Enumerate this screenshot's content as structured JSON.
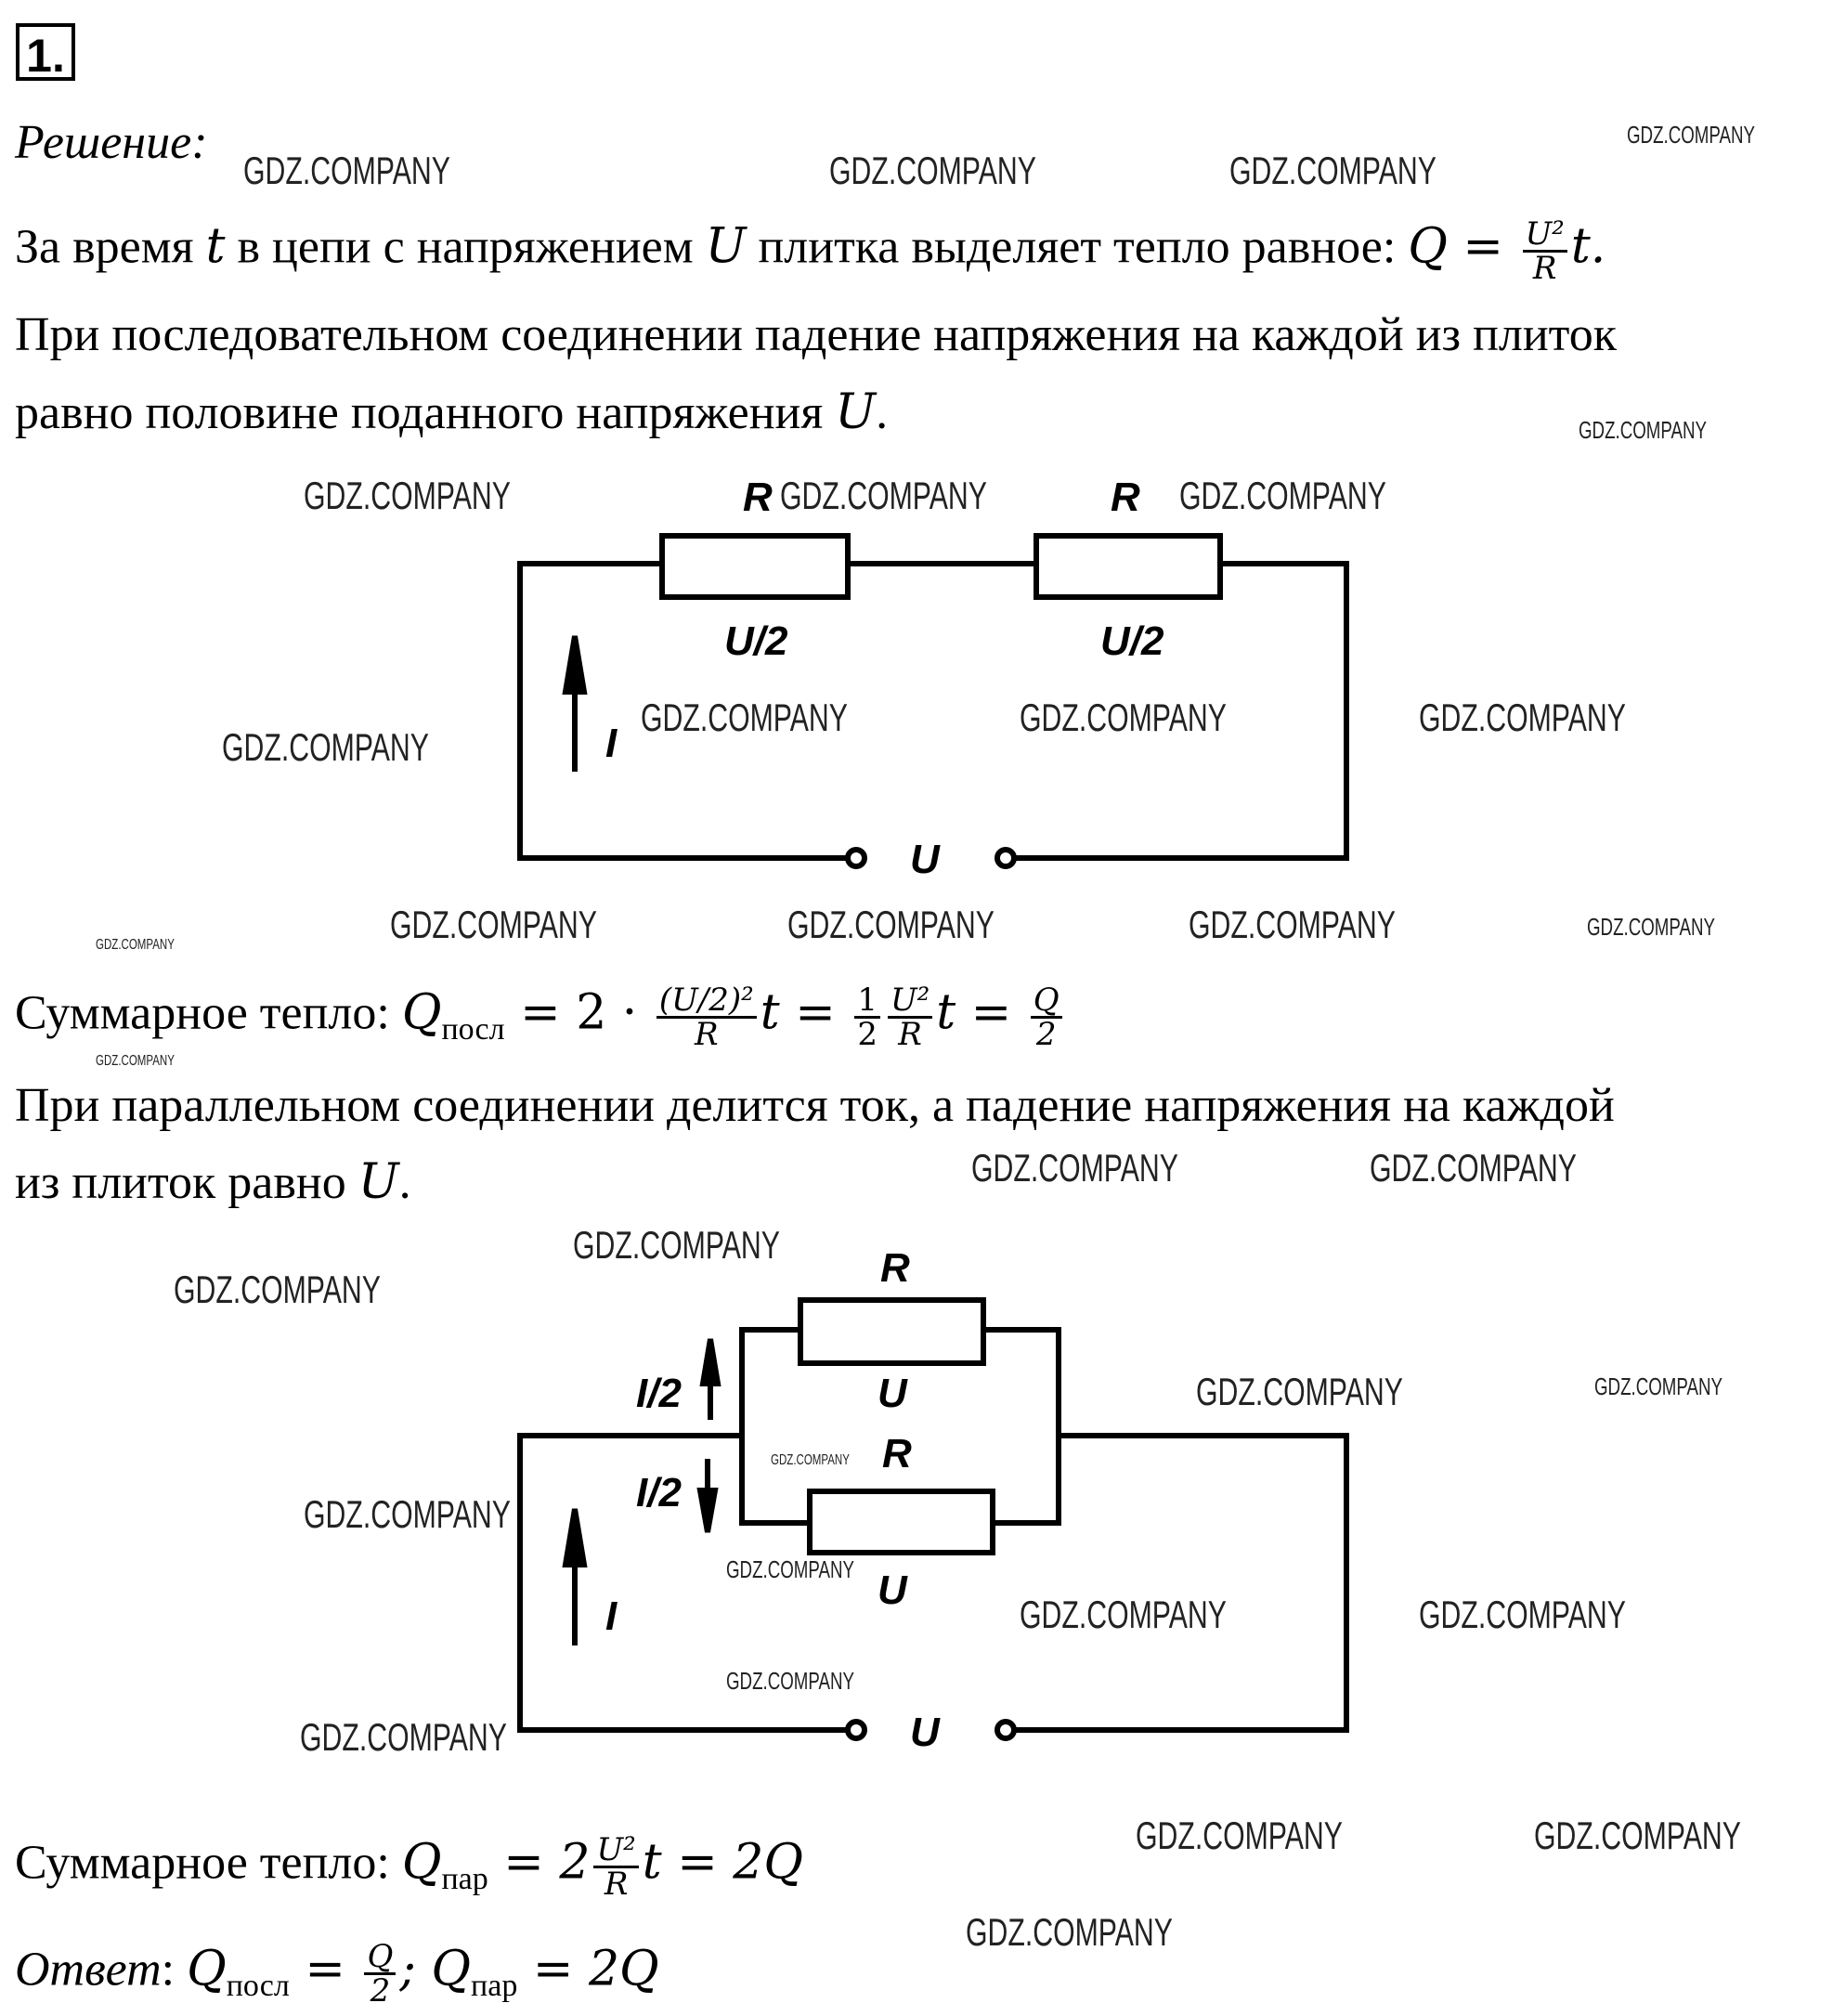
{
  "problem_number": "1.",
  "solution_label": "Решение",
  "p1": {
    "a": "За время ",
    "t": "t",
    "b": " в цепи с напряжением ",
    "U": "U",
    "c": " плитка выделяет тепло равное: ",
    "formula_lhs": "Q = ",
    "num": "U²",
    "den": "R",
    "tail": "t."
  },
  "p2": "При последовательном соединении падение напряжения на каждой из плиток",
  "p3": {
    "a": "равно половине поданного напряжения ",
    "U": "U",
    "dot": "."
  },
  "circuit1": {
    "r1": "R",
    "r2": "R",
    "v1": "U/2",
    "v2": "U/2",
    "current": "I",
    "source": "U"
  },
  "sum1": {
    "label": "Суммарное тепло: ",
    "q": "Q",
    "sub": "посл",
    "eq1": " = 2 · ",
    "num": "(U/2)²",
    "den": "R",
    "t1": "t = ",
    "half_num": "1",
    "half_den": "2",
    "u2": "U²",
    "r": "R",
    "t2": "t = ",
    "qn": "Q",
    "qd": "2"
  },
  "p4": "При параллельном соединении делится ток, а падение напряжения на каждой",
  "p5": {
    "a": "из плиток равно ",
    "U": "U",
    "dot": "."
  },
  "circuit2": {
    "r1": "R",
    "r2": "R",
    "v1": "U",
    "v2": "U",
    "i_half1": "I/2",
    "i_half2": "I/2",
    "current": "I",
    "source": "U"
  },
  "sum2": {
    "label": "Суммарное тепло: ",
    "q": "Q",
    "sub": "пар",
    "eq": " = 2",
    "num": "U²",
    "den": "R",
    "tail": "t = 2Q"
  },
  "answer": {
    "label": "Ответ",
    "colon": ": ",
    "q1": "Q",
    "sub1": "посл",
    "eq1": " = ",
    "qn": "Q",
    "qd": "2",
    "sep": "; ",
    "q2": "Q",
    "sub2": "пар",
    "eq2": " = 2Q"
  },
  "watermark": "GDZ.COMPANY"
}
